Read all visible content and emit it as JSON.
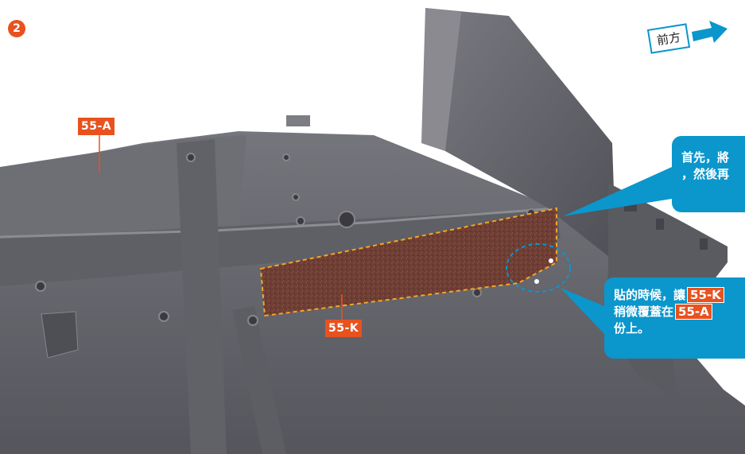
{
  "step_number": "2",
  "direction_label": "前方",
  "part_tags": {
    "part_a": "55-A",
    "part_k": "55-K"
  },
  "callout_top": {
    "line1": "首先，將",
    "line2": "，然後再"
  },
  "callout_bottom": {
    "line1_text": "貼的時候，讓",
    "line1_tag": "55-K",
    "line2_text": "稍微覆蓋在",
    "line2_tag": "55-A",
    "line3_text": "份上。"
  },
  "colors": {
    "accent_orange": "#e8521e",
    "callout_blue": "#0b96cc",
    "part_gray": "#6c6c73",
    "sticker_brown": "#6e3e34"
  }
}
